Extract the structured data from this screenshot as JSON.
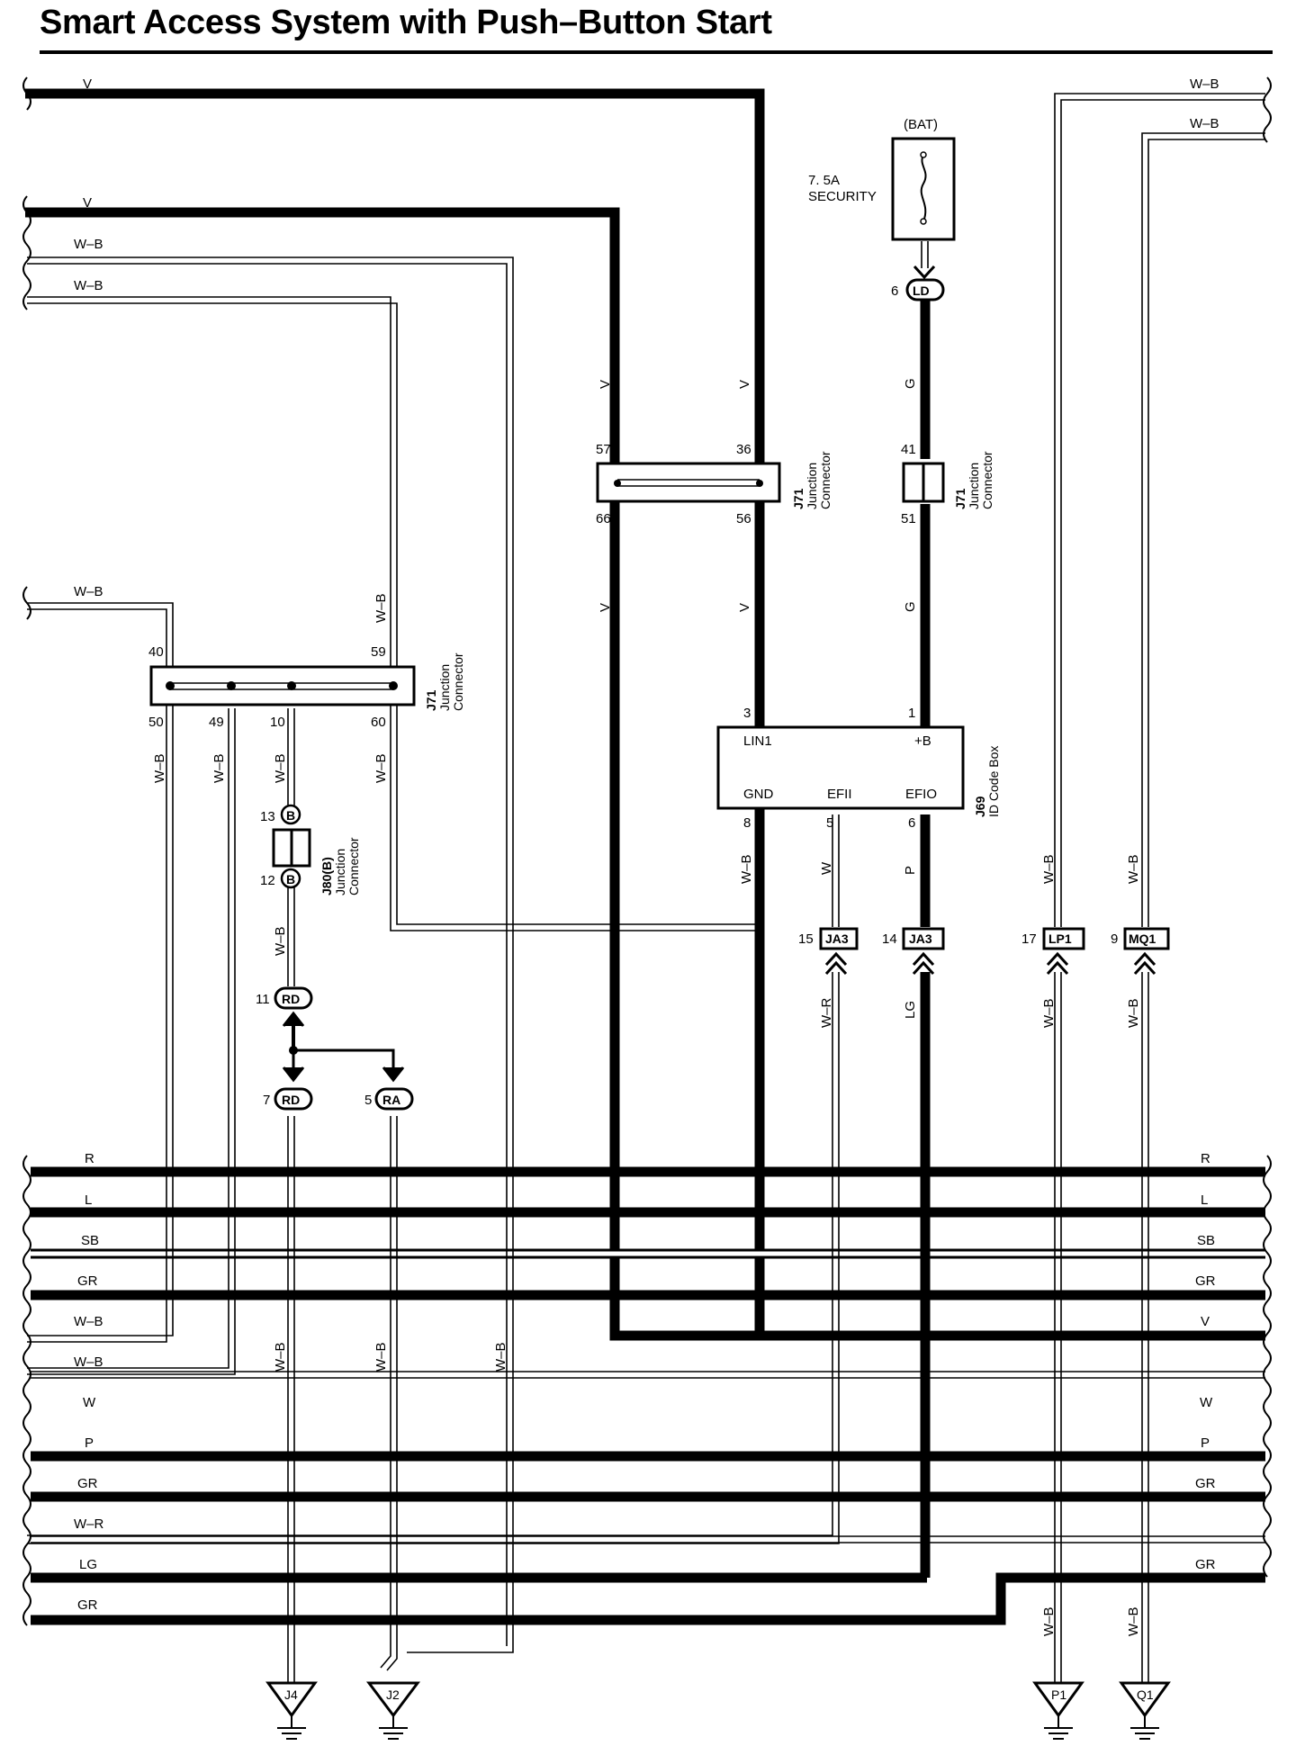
{
  "title": "Smart Access System with Push–Button Start",
  "fuse": {
    "supply": "(BAT)",
    "rating": "7. 5A",
    "name": "SECURITY"
  },
  "left_wires": [
    "V",
    "V",
    "W–B",
    "W–B",
    "W–B"
  ],
  "right_wires": [
    "W–B",
    "W–B"
  ],
  "bus": {
    "left": [
      "R",
      "L",
      "SB",
      "GR",
      "W–B",
      "W–B",
      "W",
      "P",
      "GR",
      "W–R",
      "LG",
      "GR"
    ],
    "right": [
      "R",
      "L",
      "SB",
      "GR",
      "V",
      "W",
      "P",
      "GR",
      "GR"
    ]
  },
  "connectors": {
    "j71_top": {
      "id": "J71",
      "name": "Junction",
      "type": "Connector",
      "pins": [
        "57",
        "36",
        "66",
        "56"
      ]
    },
    "j71_right": {
      "id": "J71",
      "name": "Junction",
      "type": "Connector",
      "pins": [
        "41",
        "51"
      ]
    },
    "j71_left": {
      "id": "J71",
      "name": "Junction",
      "type": "Connector",
      "pins": [
        "40",
        "59",
        "50",
        "49",
        "10",
        "60"
      ]
    },
    "j80": {
      "id": "J80(B)",
      "name": "Junction",
      "type": "Connector",
      "pins": [
        "13",
        "12"
      ],
      "terminal": "B"
    },
    "j69": {
      "id": "J69",
      "name": "ID Code Box",
      "terminals": [
        "LIN1",
        "+B",
        "GND",
        "EFII",
        "EFIO"
      ],
      "pins": [
        "3",
        "1",
        "8",
        "5",
        "6"
      ]
    }
  },
  "wire_labels": {
    "v1": "V",
    "v2": "V",
    "v3": "V",
    "v4": "V",
    "g1": "G",
    "g2": "G",
    "wb_a": "W–B",
    "wb_b": "W–B",
    "wb_c": "W–B",
    "wb_d": "W–B",
    "wb_e": "W–B",
    "wb_gnd": "W–B",
    "w_efii": "W",
    "p_efio": "P",
    "wr": "W–R",
    "lg": "LG",
    "wb_lp1_top": "W–B",
    "wb_mq1_top": "W–B",
    "wb_lp1_bot": "W–B",
    "wb_mq1_bot": "W–B",
    "wb_j4": "W–B",
    "wb_j2": "W–B",
    "wb_long": "W–B",
    "wb_p1": "W–B",
    "wb_q1": "W–B"
  },
  "inline_connectors": [
    {
      "code": "LD",
      "pin": "6"
    },
    {
      "code": "RD",
      "pin": "11"
    },
    {
      "code": "RD",
      "pin": "7"
    },
    {
      "code": "RA",
      "pin": "5"
    },
    {
      "code": "JA3",
      "pin": "15"
    },
    {
      "code": "JA3",
      "pin": "14"
    },
    {
      "code": "LP1",
      "pin": "17"
    },
    {
      "code": "MQ1",
      "pin": "9"
    }
  ],
  "grounds": [
    "J4",
    "J2",
    "P1",
    "Q1"
  ],
  "colors": {
    "ink": "#000000",
    "paper": "#ffffff"
  }
}
